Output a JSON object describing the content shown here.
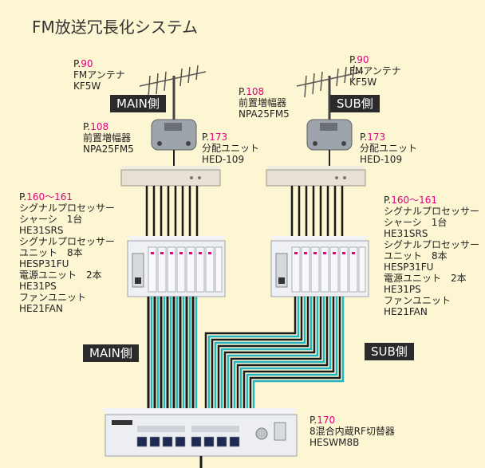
{
  "title": "FM放送冗長化システム",
  "colors": {
    "background": "#fdf6d2",
    "page_ref": "#e4007f",
    "tag_bg": "#2b2b2b",
    "cable_teal": "#21b5c2"
  },
  "labels": {
    "main_antenna": {
      "ref_prefix": "P.",
      "ref_num": "90",
      "line1": "FMアンテナ",
      "line2": "KF5W"
    },
    "sub_antenna": {
      "ref_prefix": "P.",
      "ref_num": "90",
      "line1": "FMアンテナ",
      "line2": "KF5W"
    },
    "main_preamp": {
      "ref_prefix": "P.",
      "ref_num": "108",
      "line1": "前置増幅器",
      "line2": "NPA25FM5"
    },
    "sub_preamp": {
      "ref_prefix": "P.",
      "ref_num": "108",
      "line1": "前置増幅器",
      "line2": "NPA25FM5"
    },
    "main_splitter": {
      "ref_prefix": "P.",
      "ref_num": "173",
      "line1": "分配ユニット",
      "line2": "HED-109"
    },
    "sub_splitter": {
      "ref_prefix": "P.",
      "ref_num": "173",
      "line1": "分配ユニット",
      "line2": "HED-109"
    },
    "main_processor": {
      "ref_prefix": "P.",
      "ref_num": "160～161",
      "lines": [
        "シグナルプロセッサー",
        "シャーシ　1台",
        "HE31SRS",
        "シグナルプロセッサー",
        "ユニット　8本",
        "HESP31FU",
        "電源ユニット　2本",
        "HE31PS",
        "ファンユニット",
        "HE21FAN"
      ]
    },
    "sub_processor": {
      "ref_prefix": "P.",
      "ref_num": "160～161",
      "lines": [
        "シグナルプロセッサー",
        "シャーシ　1台",
        "HE31SRS",
        "シグナルプロセッサー",
        "ユニット　8本",
        "HESP31FU",
        "電源ユニット　2本",
        "HE31PS",
        "ファンユニット",
        "HE21FAN"
      ]
    },
    "rf_switch": {
      "ref_prefix": "P.",
      "ref_num": "170",
      "line1": "8混合内蔵RF切替器",
      "line2": "HESWM8B"
    }
  },
  "tags": {
    "main_top": "MAIN側",
    "sub_top": "SUB側",
    "main_mid": "MAIN側",
    "sub_mid": "SUB側"
  },
  "icons": [
    "yagi-antenna-icon",
    "preamp-icon",
    "rack-splitter-icon",
    "processor-chassis-icon",
    "rf-switch-icon"
  ]
}
